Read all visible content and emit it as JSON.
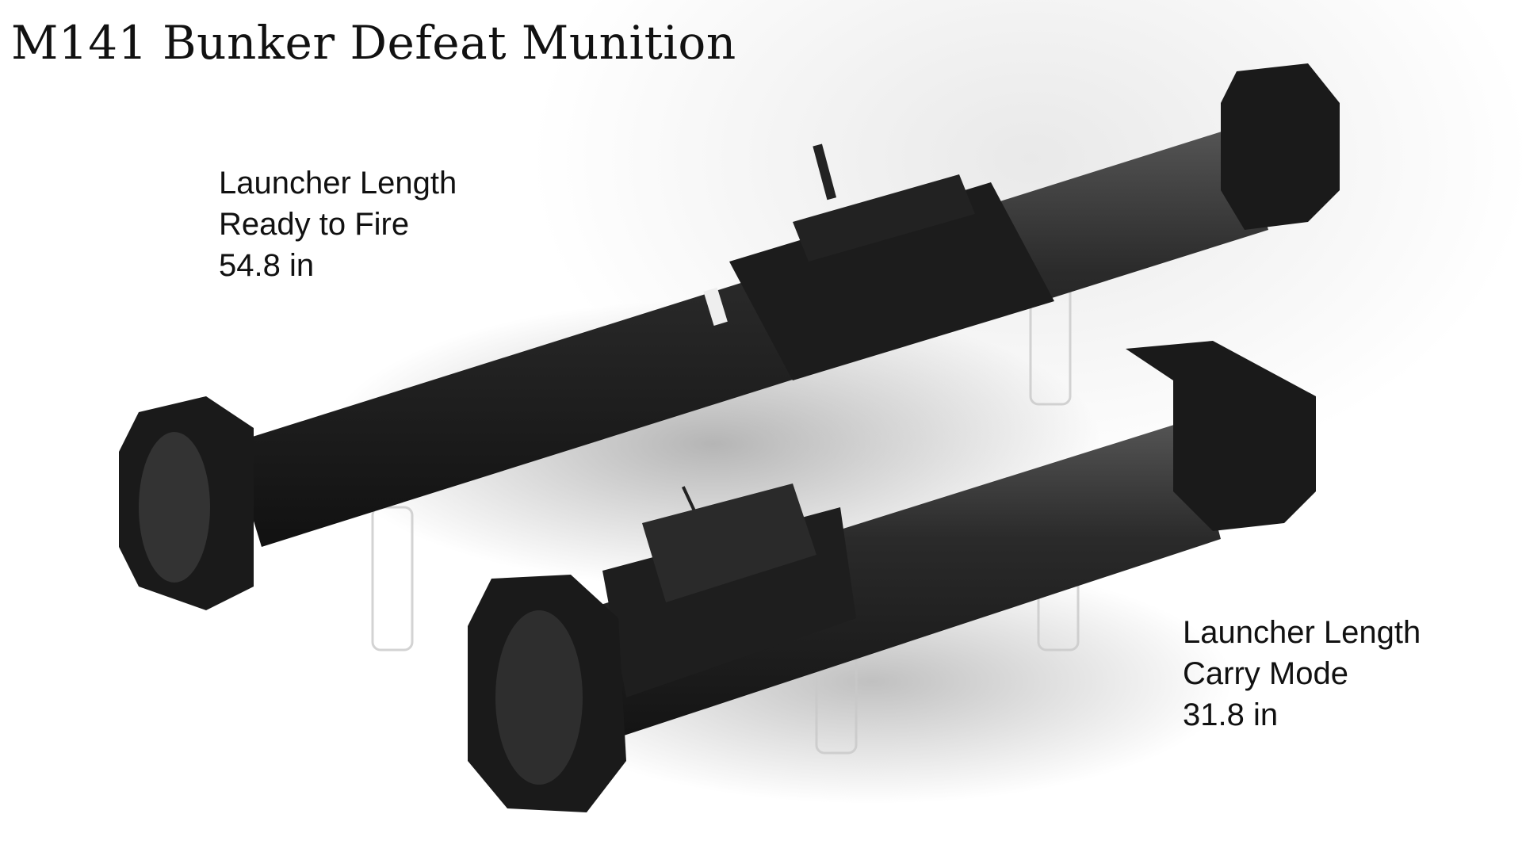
{
  "title": "M141 Bunker Defeat Munition",
  "labels": {
    "ready_to_fire": {
      "line1": "Launcher Length",
      "line2": "Ready to Fire",
      "value": "54.8 in"
    },
    "carry_mode": {
      "line1": "Launcher Length",
      "line2": "Carry Mode",
      "value": "31.8 in"
    }
  }
}
